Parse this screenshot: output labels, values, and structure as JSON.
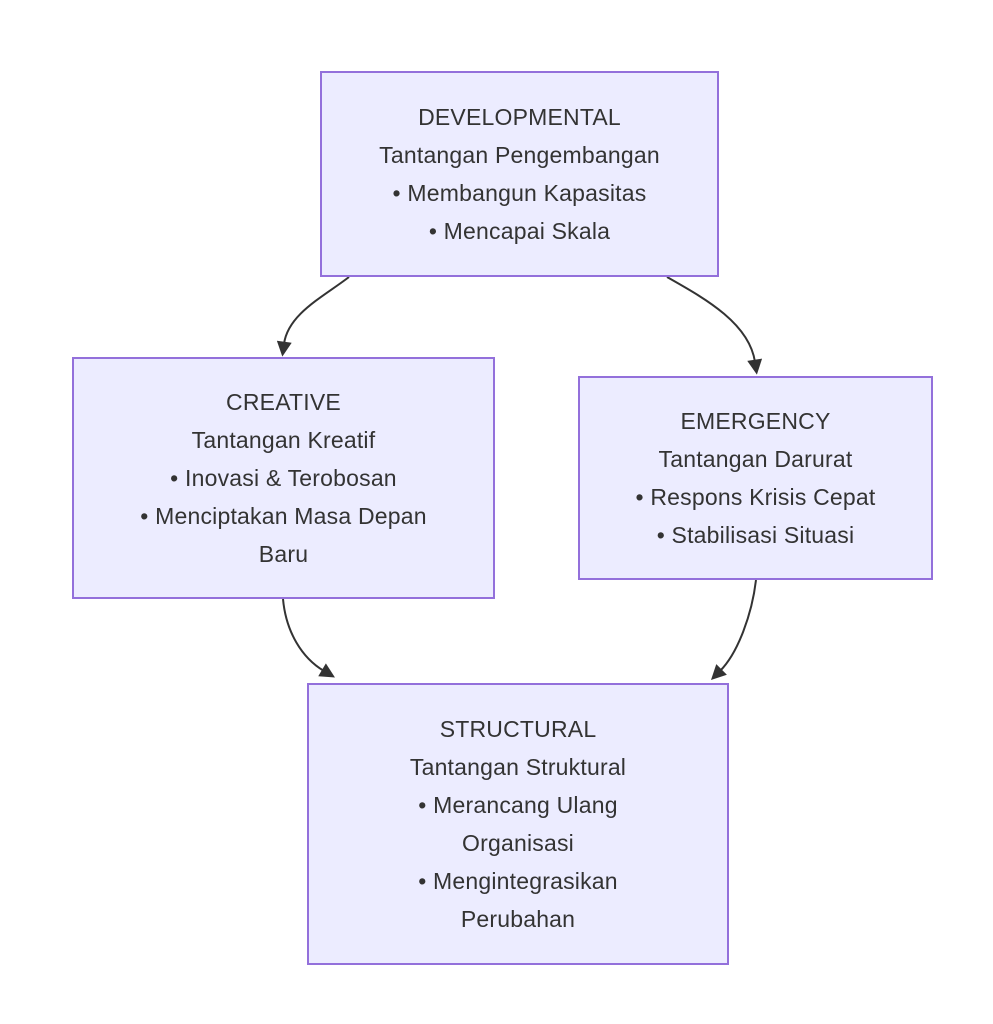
{
  "diagram": {
    "type": "flowchart",
    "background_color": "#ffffff",
    "node_fill_color": "#ececff",
    "node_border_color": "#9370db",
    "text_color": "#333333",
    "edge_color": "#333333",
    "nodes": [
      {
        "id": "developmental",
        "title": "DEVELOPMENTAL",
        "lines": [
          "Tantangan Pengembangan",
          "• Membangun Kapasitas",
          "• Mencapai Skala"
        ]
      },
      {
        "id": "creative",
        "title": "CREATIVE",
        "lines": [
          "Tantangan Kreatif",
          "• Inovasi & Terobosan",
          "• Menciptakan Masa Depan",
          "Baru"
        ]
      },
      {
        "id": "emergency",
        "title": "EMERGENCY",
        "lines": [
          "Tantangan Darurat",
          "• Respons Krisis Cepat",
          "• Stabilisasi Situasi"
        ]
      },
      {
        "id": "structural",
        "title": "STRUCTURAL",
        "lines": [
          "Tantangan Struktural",
          "• Merancang Ulang",
          "Organisasi",
          "• Mengintegrasikan",
          "Perubahan"
        ]
      }
    ],
    "edges": [
      {
        "from": "developmental",
        "to": "creative"
      },
      {
        "from": "developmental",
        "to": "emergency"
      },
      {
        "from": "creative",
        "to": "structural"
      },
      {
        "from": "emergency",
        "to": "structural"
      }
    ]
  }
}
